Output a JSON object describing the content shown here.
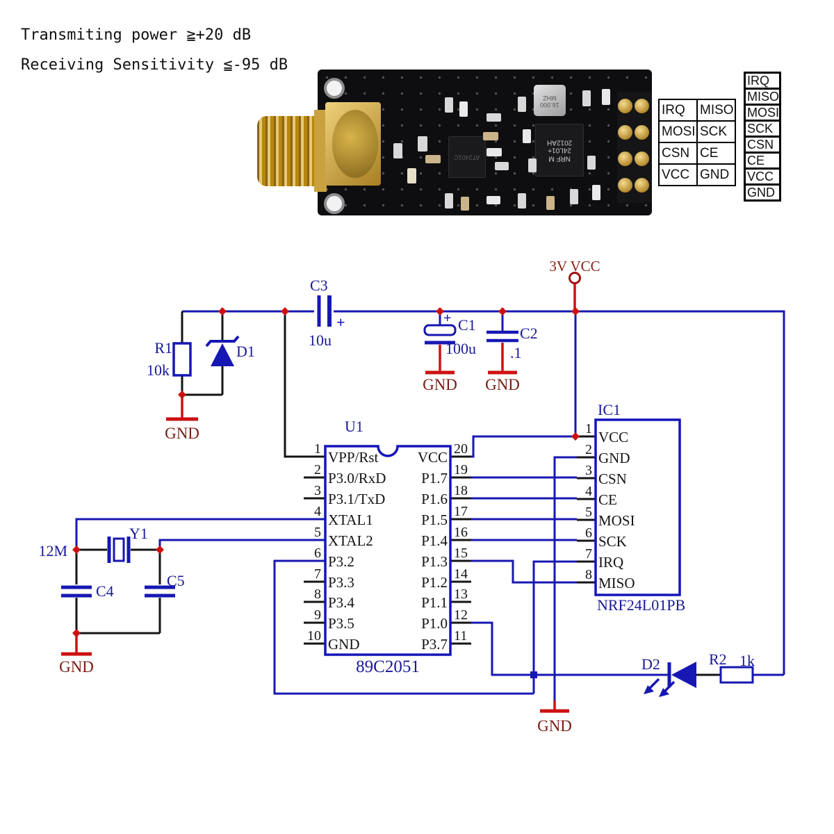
{
  "specs": {
    "line1": "Transmiting power ≧+20 dB",
    "line2": "Receiving Sensitivity ≦-95 dB"
  },
  "pin_table_2col": {
    "rows": [
      [
        "IRQ",
        "MISO"
      ],
      [
        "MOSI",
        "SCK"
      ],
      [
        "CSN",
        "CE"
      ],
      [
        "VCC",
        "GND"
      ]
    ]
  },
  "pin_table_1col": {
    "rows": [
      "IRQ",
      "MISO",
      "MOSI",
      "SCK",
      "CSN",
      "CE",
      "VCC",
      "GND"
    ]
  },
  "module": {
    "crystal_line1": "16.000",
    "crystal_line2": "MHZ",
    "chip1_line1": "NRF M",
    "chip1_line2": "24L01+",
    "chip1_line3": "2012AH",
    "chip2_text": "AT2401C"
  },
  "schematic": {
    "power_label": "3V VCC",
    "gnd_label": "GND",
    "plus": "+",
    "u1": {
      "ref": "U1",
      "part": "89C2051",
      "left_pins": [
        {
          "num": "1",
          "name": "VPP/Rst"
        },
        {
          "num": "2",
          "name": "P3.0/RxD"
        },
        {
          "num": "3",
          "name": "P3.1/TxD"
        },
        {
          "num": "4",
          "name": "XTAL1"
        },
        {
          "num": "5",
          "name": "XTAL2"
        },
        {
          "num": "6",
          "name": "P3.2"
        },
        {
          "num": "7",
          "name": "P3.3"
        },
        {
          "num": "8",
          "name": "P3.4"
        },
        {
          "num": "9",
          "name": "P3.5"
        },
        {
          "num": "10",
          "name": "GND"
        }
      ],
      "right_pins": [
        {
          "num": "20",
          "name": "VCC"
        },
        {
          "num": "19",
          "name": "P1.7"
        },
        {
          "num": "18",
          "name": "P1.6"
        },
        {
          "num": "17",
          "name": "P1.5"
        },
        {
          "num": "16",
          "name": "P1.4"
        },
        {
          "num": "15",
          "name": "P1.3"
        },
        {
          "num": "14",
          "name": "P1.2"
        },
        {
          "num": "13",
          "name": "P1.1"
        },
        {
          "num": "12",
          "name": "P1.0"
        },
        {
          "num": "11",
          "name": "P3.7"
        }
      ]
    },
    "ic1": {
      "ref": "IC1",
      "part": "NRF24L01PB",
      "pins": [
        {
          "num": "1",
          "name": "VCC"
        },
        {
          "num": "2",
          "name": "GND"
        },
        {
          "num": "3",
          "name": "CSN"
        },
        {
          "num": "4",
          "name": "CE"
        },
        {
          "num": "5",
          "name": "MOSI"
        },
        {
          "num": "6",
          "name": "SCK"
        },
        {
          "num": "7",
          "name": "IRQ"
        },
        {
          "num": "8",
          "name": "MISO"
        }
      ]
    },
    "r1": {
      "ref": "R1",
      "value": "10k"
    },
    "r2": {
      "ref": "R2",
      "value": "1k"
    },
    "c1": {
      "ref": "C1",
      "value": "100u"
    },
    "c2": {
      "ref": "C2",
      "value": ".1"
    },
    "c3": {
      "ref": "C3",
      "value": "10u"
    },
    "c4": {
      "ref": "C4"
    },
    "c5": {
      "ref": "C5"
    },
    "y1": {
      "ref": "Y1",
      "value": "12M"
    },
    "d1": {
      "ref": "D1"
    },
    "d2": {
      "ref": "D2"
    }
  },
  "colors": {
    "wire_blue": "#1717b3",
    "wire_black": "#141414",
    "junction_red": "#cc1111",
    "gnd_text": "#7a1d12",
    "label_navy": "#18189a",
    "power_red": "#a01010"
  }
}
